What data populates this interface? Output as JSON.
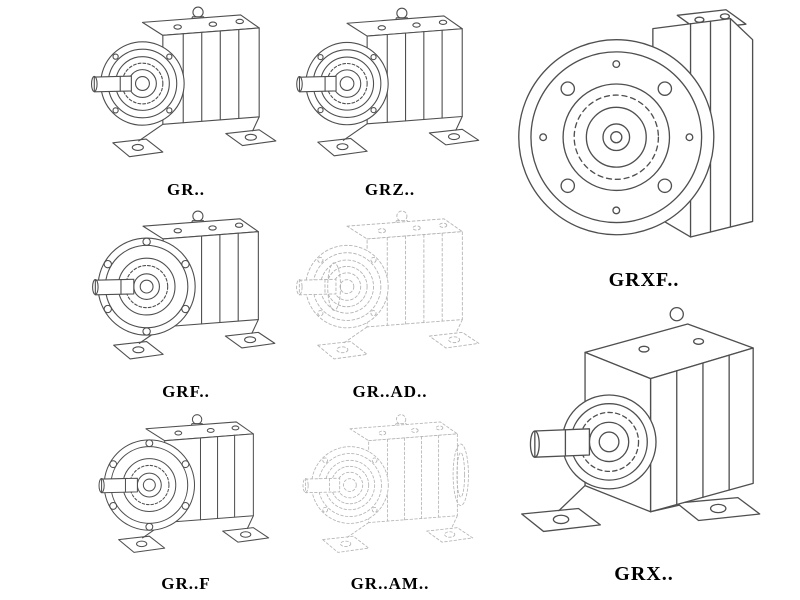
{
  "colors": {
    "background": "#ffffff",
    "line_color": "#4f4f4f",
    "ghost_line_color": "#b5b5b5",
    "label_color": "#000000"
  },
  "items": [
    {
      "id": "gr",
      "label": "GR..",
      "style": "solid",
      "drawing": "helical-gearbox-foot-mounted"
    },
    {
      "id": "grz",
      "label": "GRZ..",
      "style": "solid",
      "drawing": "helical-gearbox-foot-mounted"
    },
    {
      "id": "grxf",
      "label": "GRXF..",
      "style": "solid",
      "drawing": "helical-gearbox-front-flange"
    },
    {
      "id": "grf",
      "label": "GRF..",
      "style": "solid",
      "drawing": "helical-gearbox-flange-mounted"
    },
    {
      "id": "grad",
      "label": "GR..AD..",
      "style": "ghost",
      "drawing": "helical-gearbox-input-adapter"
    },
    {
      "id": "grx",
      "label": "GRX..",
      "style": "solid",
      "drawing": "helical-gearbox-large-foot-mounted"
    },
    {
      "id": "grff",
      "label": "GR..F",
      "style": "solid",
      "drawing": "helical-gearbox-foot-and-flange"
    },
    {
      "id": "gram",
      "label": "GR..AM..",
      "style": "ghost",
      "drawing": "helical-gearbox-motor-adapter"
    }
  ]
}
